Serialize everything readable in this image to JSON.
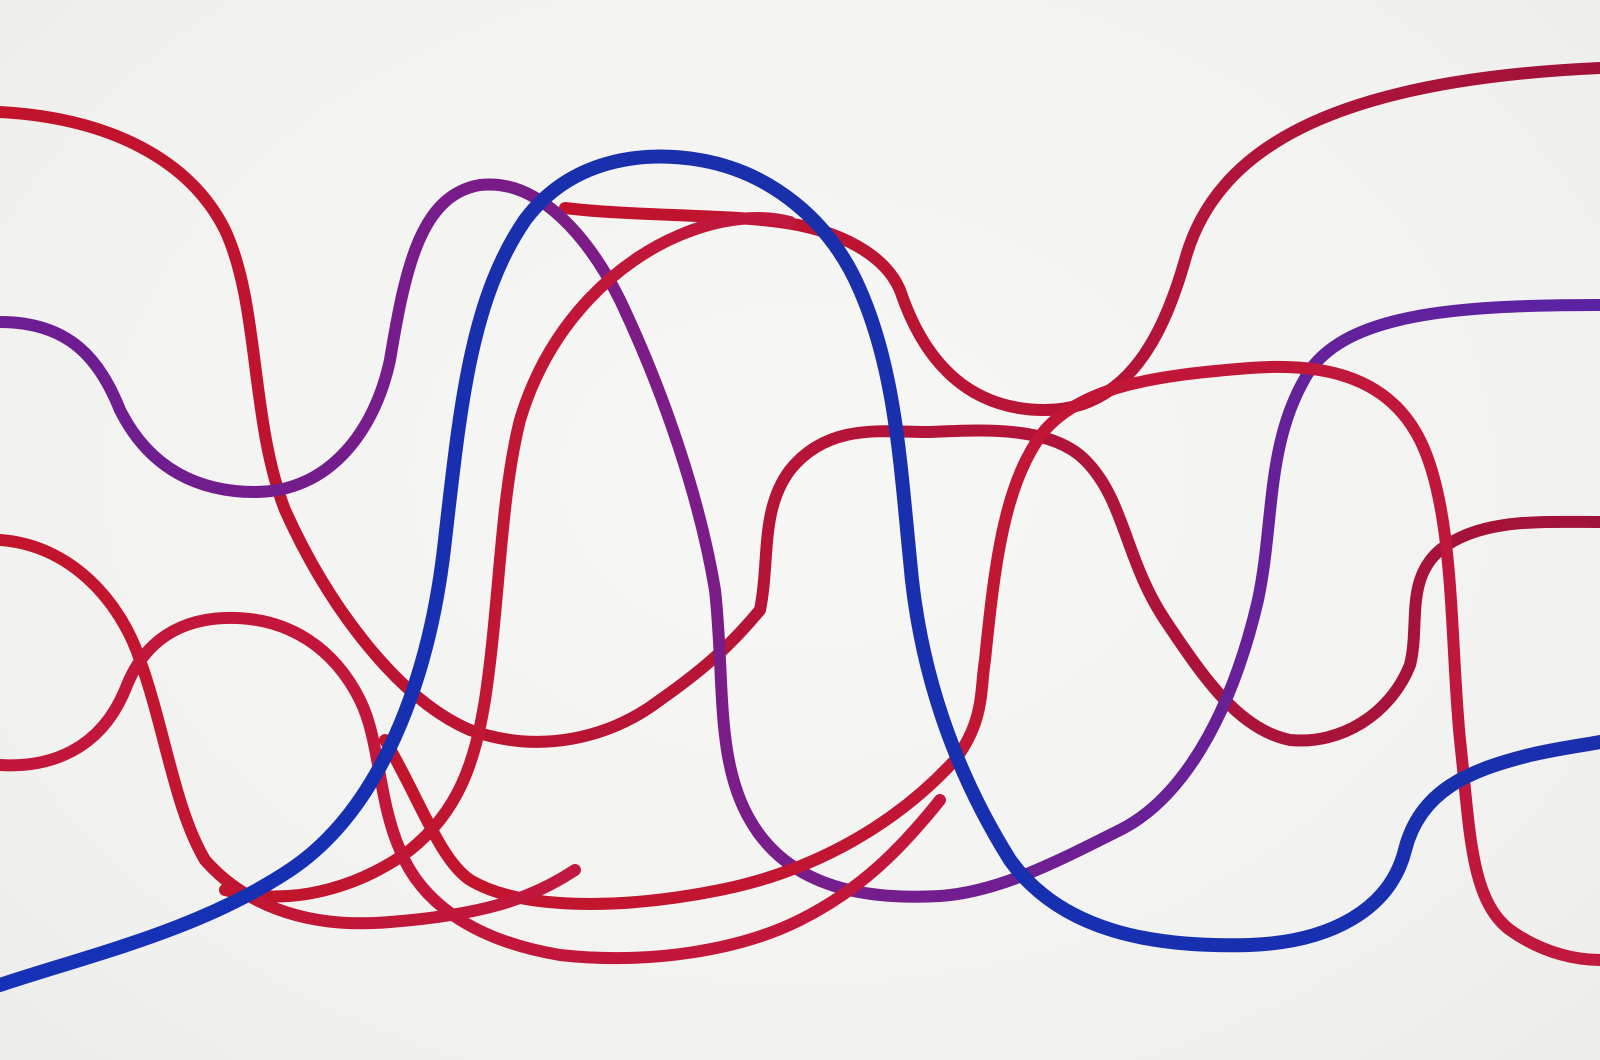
{
  "artwork": {
    "strands": [
      {
        "name": "strand-top-wave",
        "color_start": "#c2122a",
        "color_end": "#a01036",
        "width": 12
      },
      {
        "name": "strand-violet-left",
        "color_start": "#7a1c8c",
        "color_end": "#6a1a9a",
        "width": 12
      },
      {
        "name": "strand-blue-main",
        "color_start": "#1530b8",
        "color_end": "#1b2fae",
        "width": 14
      },
      {
        "name": "strand-red-arch-center",
        "color_start": "#c21530",
        "color_end": "#b4123a",
        "width": 12
      },
      {
        "name": "strand-red-lower-left",
        "color_start": "#b5122e",
        "color_end": "#c0173c",
        "width": 12
      },
      {
        "name": "strand-red-bottom-loop",
        "color_start": "#c21a3e",
        "color_end": "#c31a48",
        "width": 12
      },
      {
        "name": "strand-violet-right",
        "color_start": "#7b1c88",
        "color_end": "#4a2aa8",
        "width": 12
      },
      {
        "name": "strand-blue-right-tail",
        "color_start": "#1a2fb0",
        "color_end": "#2233c0",
        "width": 14
      }
    ],
    "background_color": "#f3f3f1"
  }
}
